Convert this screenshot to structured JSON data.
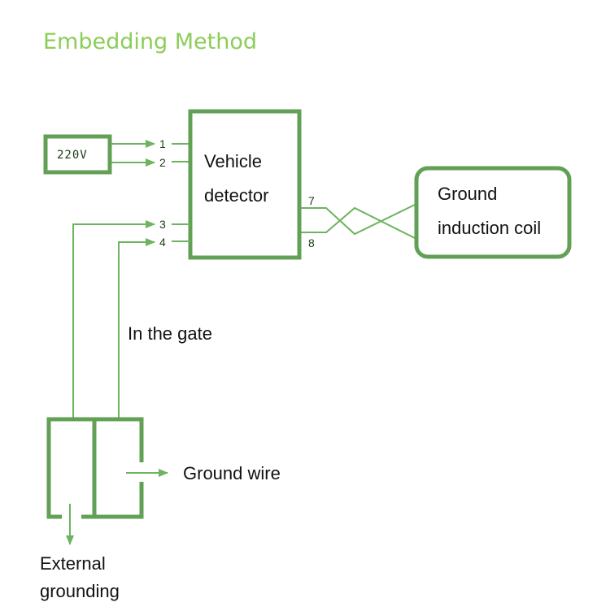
{
  "title": "Embedding Method",
  "colors": {
    "title": "#8ccd5a",
    "box_stroke": "#62a055",
    "wire": "#6db360",
    "text": "#111111"
  },
  "power_box": {
    "label": "220V"
  },
  "detector": {
    "line1": "Vehicle",
    "line2": "detector"
  },
  "coil": {
    "line1": "Ground",
    "line2": "induction coil"
  },
  "pins": {
    "p1": "1",
    "p2": "2",
    "p3": "3",
    "p4": "4",
    "p7": "7",
    "p8": "8"
  },
  "labels": {
    "in_the_gate": "In the gate",
    "ground_wire": "Ground wire",
    "external_line1": "External",
    "external_line2": "grounding"
  }
}
